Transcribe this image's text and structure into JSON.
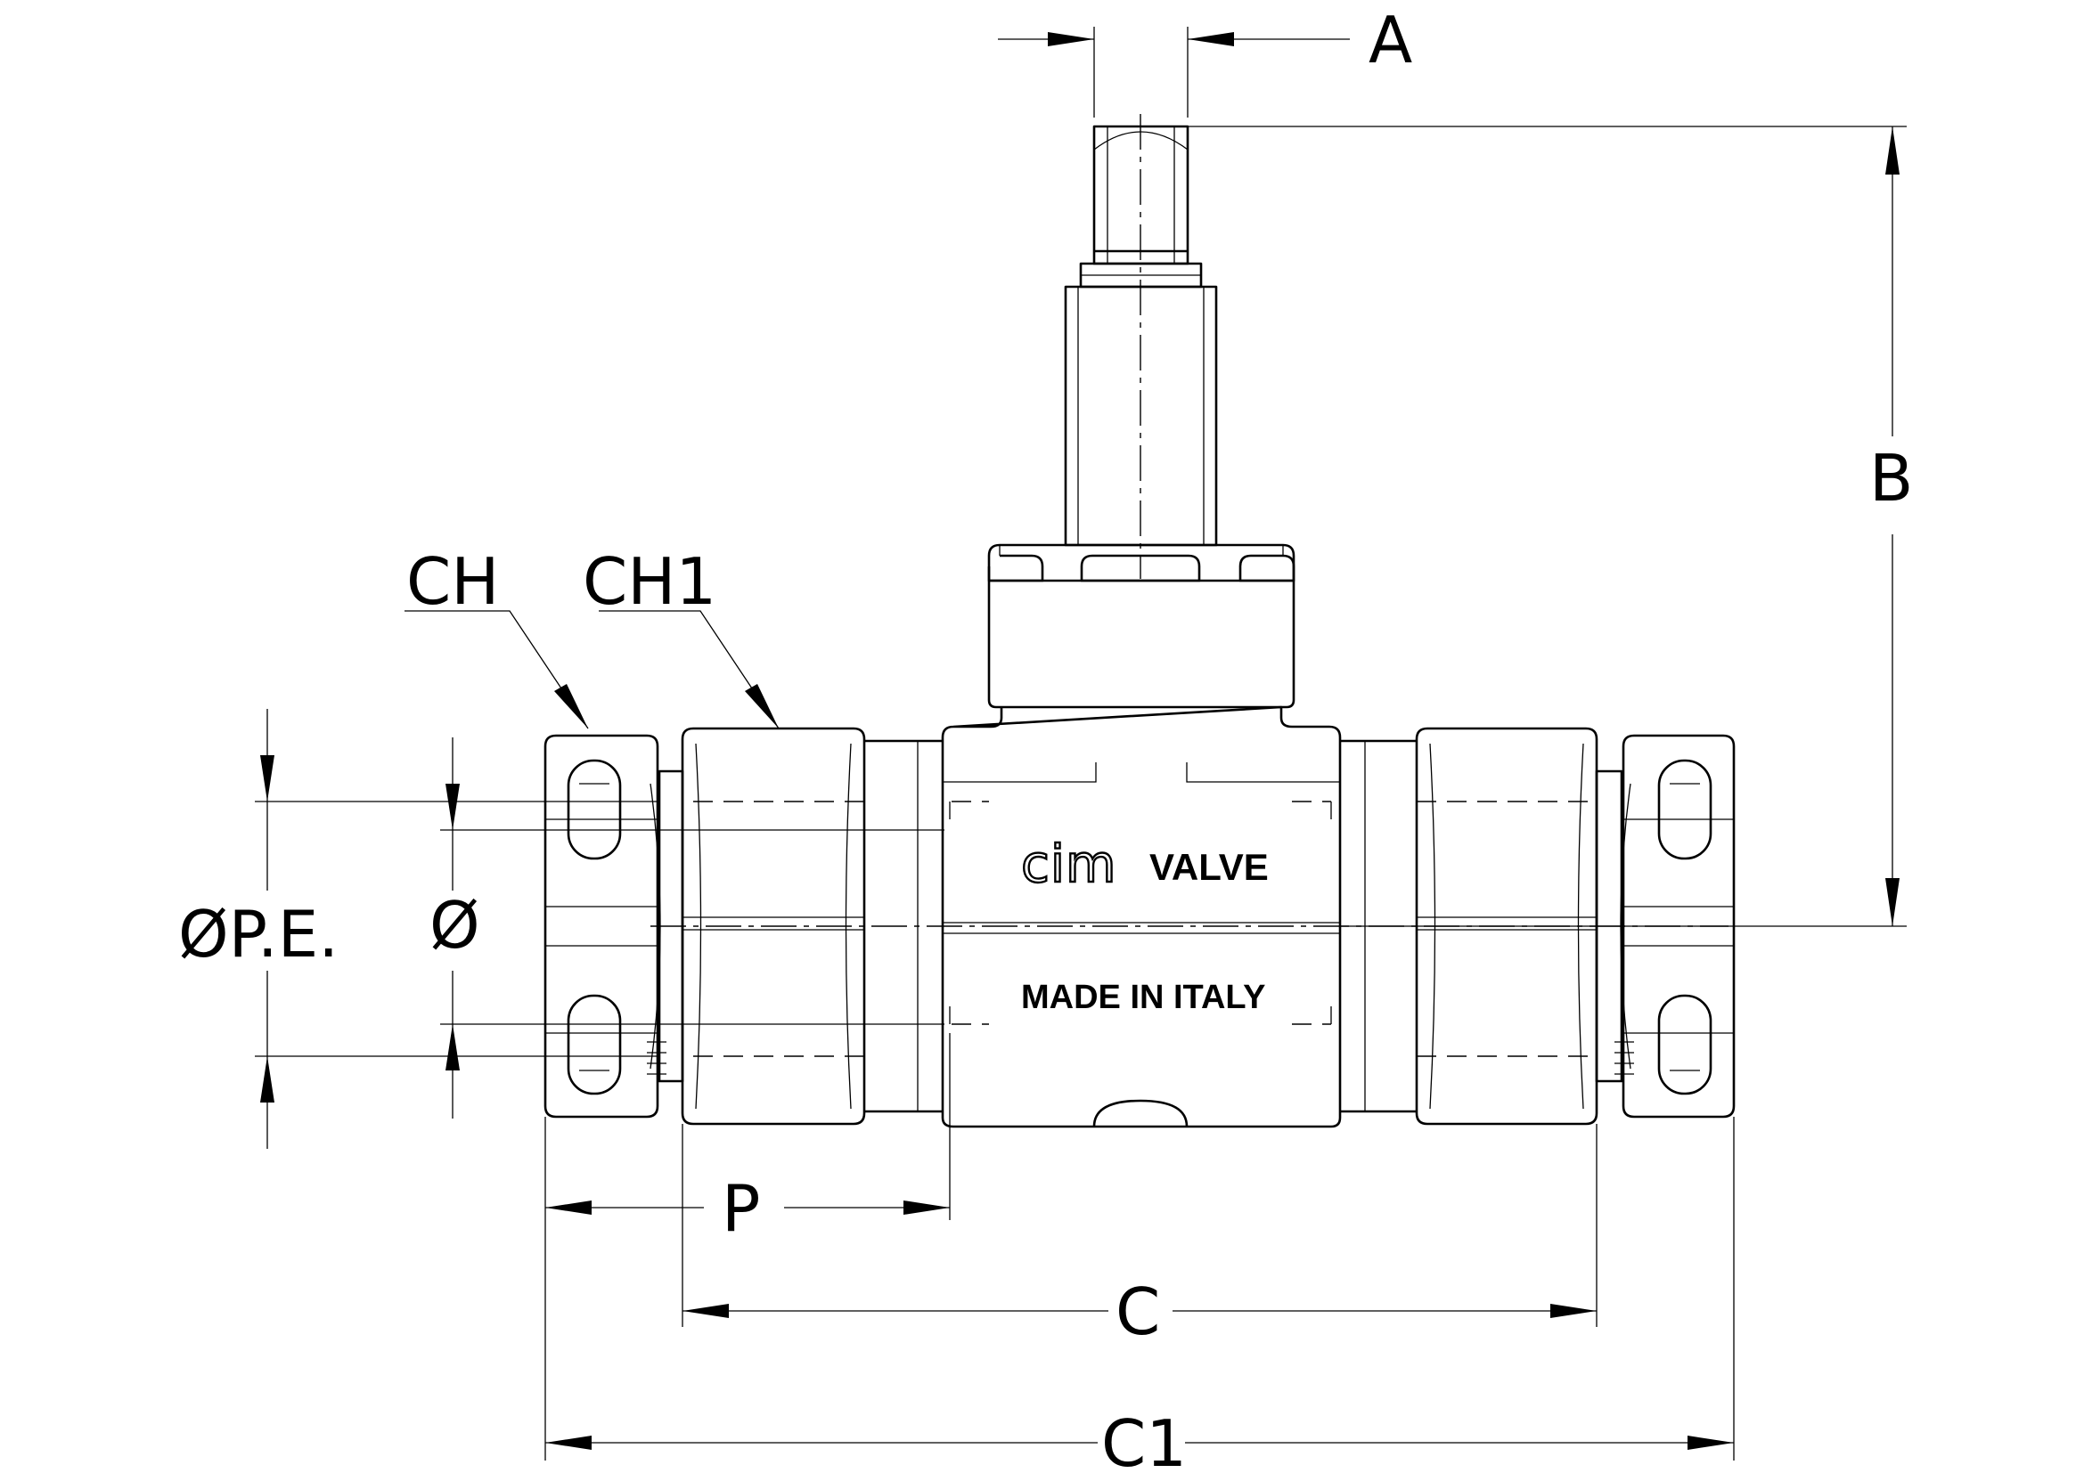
{
  "dimensions": {
    "A": "A",
    "B": "B",
    "C": "C",
    "C1": "C1",
    "P": "P",
    "CH": "CH",
    "CH1": "CH1",
    "diameter": "Ø",
    "pe_diameter": "ØP.E."
  },
  "marking": {
    "brand_logo": "cim",
    "brand_word": "VALVE",
    "origin": "MADE IN ITALY"
  }
}
